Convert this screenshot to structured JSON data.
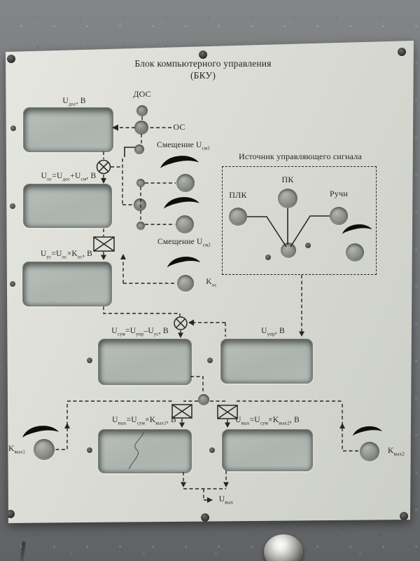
{
  "colors": {
    "background": "#77797b",
    "panel": "#d9dbd4",
    "display_face": "#adb4af",
    "engraving": "#26261f"
  },
  "title": {
    "line1": "Блок компьютерного управления",
    "line2": "(БКУ)"
  },
  "displays": [
    {
      "id": "udos",
      "label": "U~дос~, В"
    },
    {
      "id": "uos",
      "label": "U~ос~=U~дос~+U~см~, В"
    },
    {
      "id": "uus",
      "label": "U~ус~=U~ос~×K~ос~, В"
    },
    {
      "id": "usum",
      "label": "U~сум~=U~упр~–U~ус~, В"
    },
    {
      "id": "uupr",
      "label": "U~упр~, В"
    },
    {
      "id": "uvyh1",
      "label": "U~вых~=U~сум~×K~вых1~, В"
    },
    {
      "id": "uvyh2",
      "label": "U~вых~=U~сум~×K~вых2~, В"
    }
  ],
  "signals": {
    "dos": "ДОС",
    "os": "ОС",
    "offset1": "Смещение U~см1~",
    "offset2": "Смещение U~см2~",
    "k_os": "K~ос~",
    "k_out1": "K~вых1~",
    "k_out2": "K~вых2~",
    "u_out": "U~вых~"
  },
  "source_selector": {
    "title": "Источник управляющего сигнала",
    "options": [
      "ПЛК",
      "ПК",
      "Ручн"
    ]
  }
}
